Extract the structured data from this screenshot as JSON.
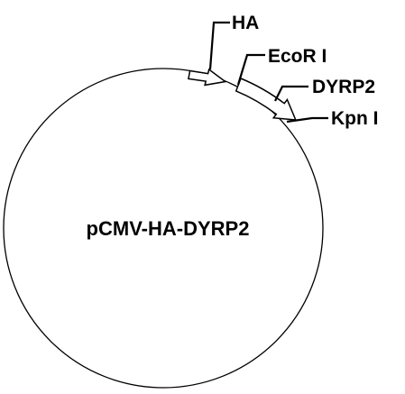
{
  "plasmid": {
    "name": "pCMV-HA-DYRP2"
  },
  "features": {
    "ha": "HA",
    "ecori": "EcoR I",
    "dyrp2": "DYRP2",
    "kpni": "Kpn I"
  },
  "colors": {
    "line": "#000000",
    "background": "#ffffff"
  }
}
